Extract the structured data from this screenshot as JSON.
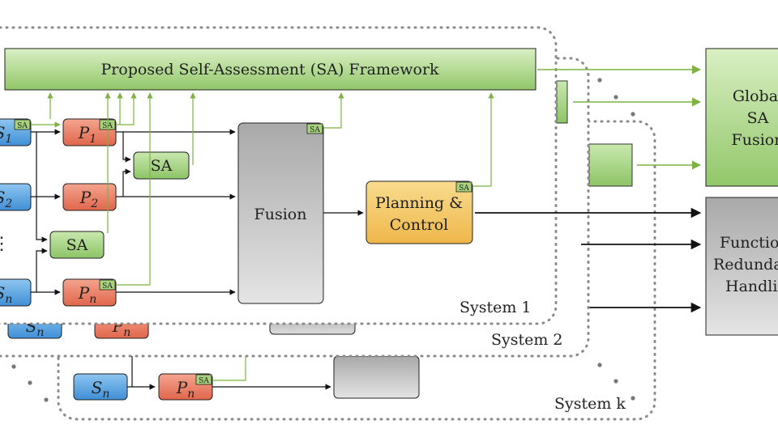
{
  "framework": {
    "title": "Proposed Self-Assessment (SA) Framework"
  },
  "badge": "SA",
  "sensors": [
    {
      "base": "S",
      "sub": "1"
    },
    {
      "base": "S",
      "sub": "2"
    },
    {
      "base": "S",
      "sub": "n"
    }
  ],
  "processors": [
    {
      "base": "P",
      "sub": "1"
    },
    {
      "base": "P",
      "sub": "2"
    },
    {
      "base": "P",
      "sub": "n"
    }
  ],
  "sa_units": [
    "SA",
    "SA"
  ],
  "ellipsis": "⋮",
  "fusion": {
    "label": "Fusion"
  },
  "planning": {
    "line1": "Planning &",
    "line2": "Control"
  },
  "systems": {
    "s1": "System 1",
    "s2": "System 2",
    "sk": "System k"
  },
  "global_sa": {
    "line1": "Global",
    "line2": "SA",
    "line3": "Fusion"
  },
  "redundancy": {
    "line1": "Functional",
    "line2": "Redundancy",
    "line3": "Handling"
  },
  "colors": {
    "green_top": "#c6e3a9",
    "green_bottom": "#8cc266",
    "blue": "#4a90d9",
    "orange": "#e8735a",
    "yellow": "#f2c45a",
    "gray": "#bdbdbd",
    "arrow_green": "#7cb342"
  }
}
